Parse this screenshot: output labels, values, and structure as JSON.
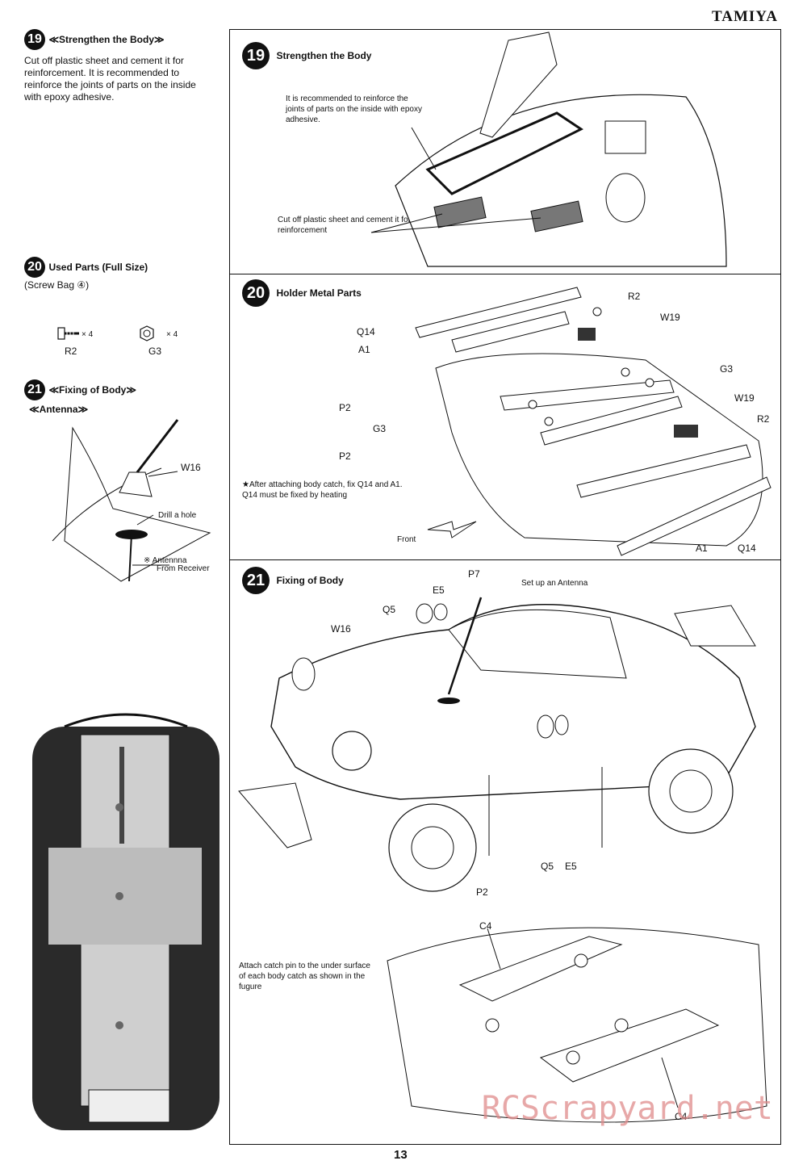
{
  "brand": "TAMIYA",
  "page_number": "13",
  "watermark": "RCScrapyard.net",
  "left": {
    "step19": {
      "num": "19",
      "title": "≪Strengthen the Body≫",
      "text": "Cut off plastic sheet and cement it for reinforcement. It is recommended to reinforce the joints of parts on the inside with epoxy adhesive."
    },
    "step20": {
      "num": "20",
      "title": "Used Parts (Full Size)",
      "bag": "(Screw Bag ④)",
      "part1_name": "R2",
      "part1_qty": "× 4",
      "part2_name": "G3",
      "part2_qty": "× 4"
    },
    "step21": {
      "num": "21",
      "title": "≪Fixing of Body≫",
      "subtitle": "≪Antenna≫",
      "w16": "W16",
      "drill": "Drill a hole",
      "antenna1": "※ Antennna",
      "antenna2": "From Receiver"
    }
  },
  "right": {
    "panel19": {
      "num": "19",
      "title": "Strengthen the Body",
      "note1": "It is recommended to reinforce the joints of parts on the inside with epoxy adhesive.",
      "note2": "Cut off plastic sheet and cement it for reinforcement"
    },
    "panel20": {
      "num": "20",
      "title": "Holder Metal Parts",
      "labels": {
        "r2a": "R2",
        "w19a": "W19",
        "q14a": "Q14",
        "a1a": "A1",
        "g3a": "G3",
        "p2a": "P2",
        "g3b": "G3",
        "w19b": "W19",
        "r2b": "R2",
        "p2b": "P2",
        "a1b": "A1",
        "q14b": "Q14"
      },
      "note": "★After attaching body catch, fix Q14 and A1. Q14 must be fixed by heating",
      "front": "Front"
    },
    "panel21": {
      "num": "21",
      "title": "Fixing of Body",
      "labels": {
        "p7": "P7",
        "e5a": "E5",
        "q5a": "Q5",
        "w16": "W16",
        "antenna": "Set up an Antenna",
        "q5b": "Q5",
        "e5b": "E5",
        "p2": "P2",
        "c4a": "C4",
        "c4b": "C4"
      },
      "note": "Attach catch pin to the under surface of each body catch as shown in the fugure"
    }
  }
}
